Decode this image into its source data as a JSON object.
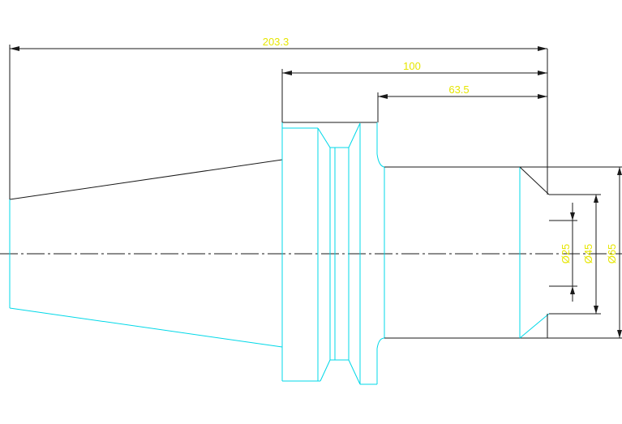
{
  "dimensions": {
    "overall_length": "203.3",
    "length_100": "100",
    "length_63_5": "63.5",
    "dia_25": "Ø25",
    "dia_45": "Ø45",
    "dia_65": "Ø65"
  },
  "colors": {
    "outline": "#1a1a1a",
    "profile": "#00d8e8",
    "dimension_text": "#e6e600",
    "background": "#ffffff"
  }
}
